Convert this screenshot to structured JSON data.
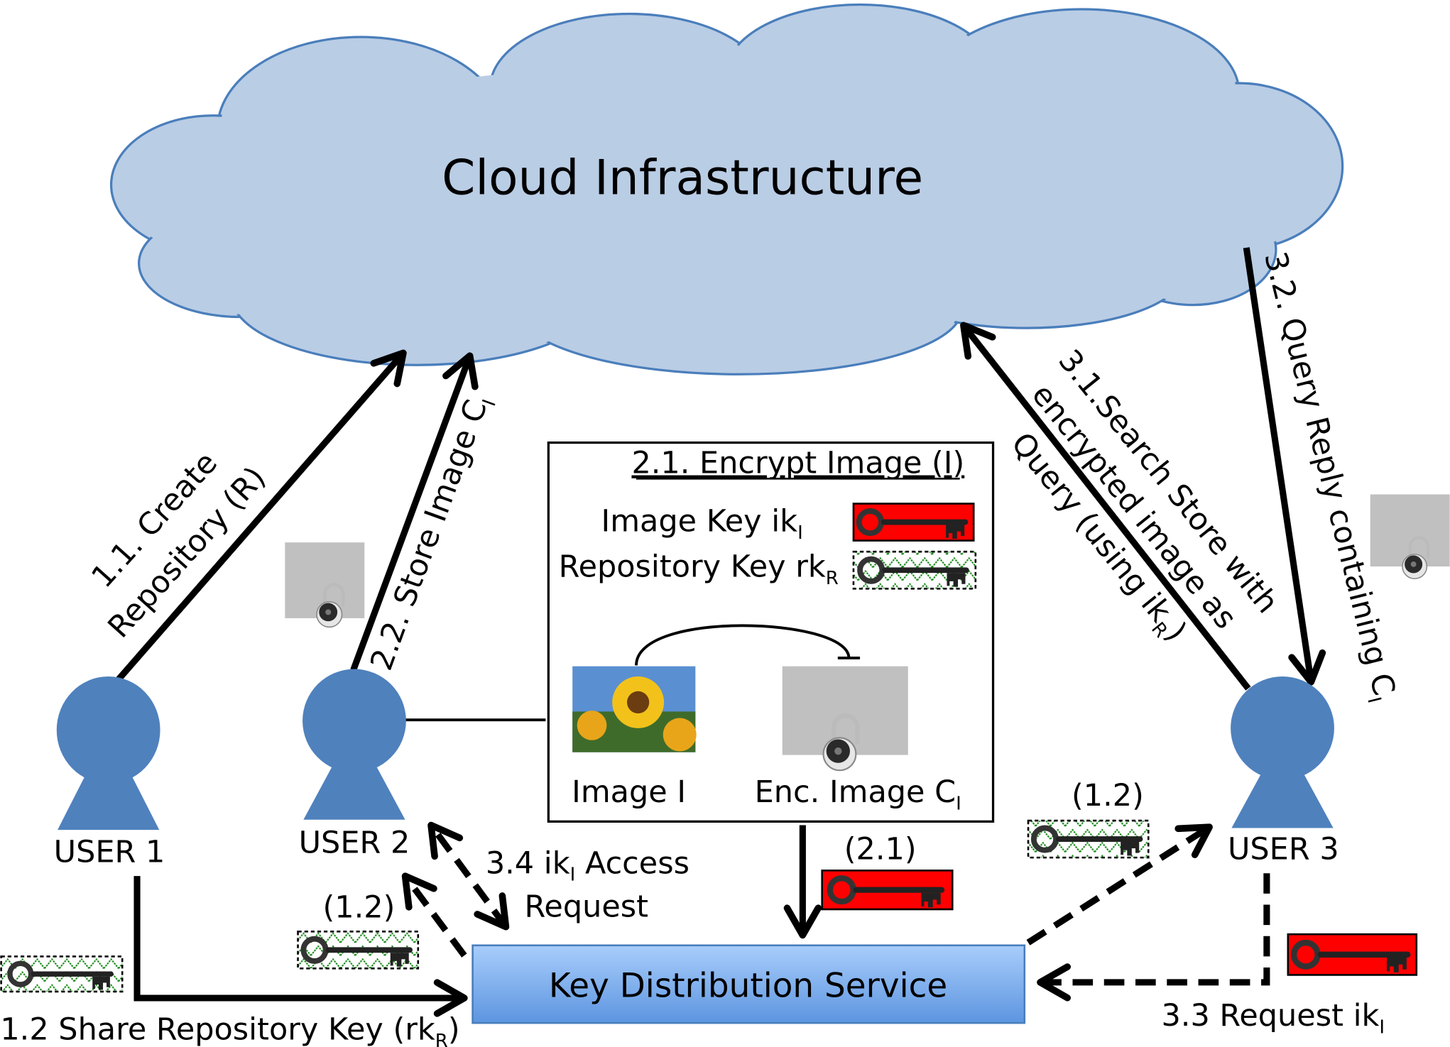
{
  "cloud": {
    "label": "Cloud Infrastructure",
    "fill": "#b9cde5",
    "stroke": "#4a7ebb"
  },
  "users": [
    {
      "label": "USER 1"
    },
    {
      "label": "USER 2"
    },
    {
      "label": "USER 3"
    }
  ],
  "user_color": "#4f81bd",
  "kds": {
    "label": "Key Distribution Service",
    "color": "#8db4e2"
  },
  "encrypt_box": {
    "title": "2.1. Encrypt Image (I)",
    "image_key_label": "Image Key ik",
    "image_key_sub": "I",
    "repo_key_label": "Repository Key rk",
    "repo_key_sub": "R",
    "image_label": "Image I",
    "enc_image_label": "Enc. Image C",
    "enc_image_sub": "I"
  },
  "arrows": {
    "create_line1": "1.1. Create",
    "create_line2": "Repository (R)",
    "store": "2.2. Store Image C",
    "store_sub": "I",
    "search_line1": "3.1.Search Store with",
    "search_line2": "encrypted image as",
    "search_line3": "Query (using ik",
    "search_line3_sub": "R",
    "search_line3_end": ")",
    "reply": "3.2. Query Reply containing C",
    "reply_sub": "I",
    "share": "1.2 Share Repository  Key (rk",
    "share_sub": "R",
    "share_end": ")",
    "access_line1": "3.4 ik",
    "access_sub": "I",
    "access_line1_end": " Access",
    "access_line2": "Request",
    "request": "3.3 Request ik",
    "request_sub": "I",
    "tag_user2": "(1.2)",
    "tag_user3": "(1.2)",
    "tag_kds": "(2.1)"
  },
  "key_colors": {
    "image_key": "#ff0000",
    "repo_key_pattern": "#008000"
  }
}
